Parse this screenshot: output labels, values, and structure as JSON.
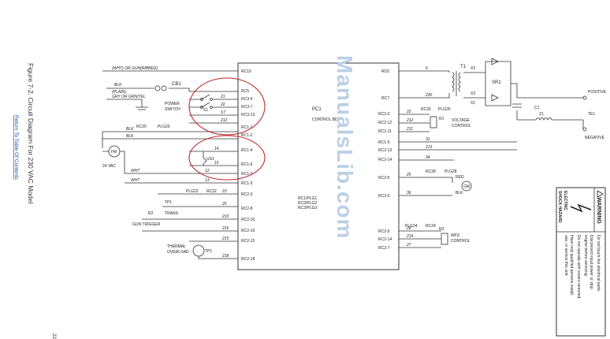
{
  "figure": {
    "caption": "Figure 7-2. Circuit Diagram For 230 VAC Model",
    "return_link": "Return To Table Of Contents",
    "watermark": "ManualsLib.com",
    "page_mark": "22"
  },
  "pc1": {
    "title": "PC1",
    "subtitle": "CONTROL BD",
    "flags": [
      "RC1/PLG1",
      "RC2/PLG2",
      "RC3/PLG3"
    ]
  },
  "left_pins": [
    "RC10",
    "RC5",
    "RC3-9",
    "RC3-7",
    "RC3-13",
    "RC1-1",
    "RC1-2",
    "RC1-4",
    "RC1-6",
    "RC1-3",
    "RC1-3",
    "RC2-3",
    "RC2-8",
    "RC2-10",
    "RC2-16",
    "RC2-15",
    "RC2-18"
  ],
  "right_pins": [
    "RC6",
    "RC7",
    "RC2-2",
    "RC2-12",
    "RC2-11",
    "RC1-5",
    "RC2-13",
    "RC2-14",
    "RC3-5",
    "RC3-6",
    "RC2-5",
    "RC2-14",
    "RC2-7"
  ],
  "wire_numbers": {
    "left": [
      "21",
      "22",
      "X7",
      "212",
      "14",
      "15",
      "12",
      "13",
      "23",
      "25",
      "210",
      "216",
      "215",
      "218"
    ],
    "right": [
      "6",
      "230",
      "22",
      "212",
      "211",
      "31",
      "213",
      "34",
      "25",
      "36",
      "28",
      "214",
      "27"
    ]
  },
  "labels": {
    "input_top": "(WHT) OR GUN(RIBBED)",
    "blk_plain": "BLK",
    "plain": "(PLAIN)",
    "gry": "GRY OR GRN/YEL",
    "cb1": "CB1",
    "power_switch_1": "POWER",
    "power_switch_2": "SWITCH",
    "s1": "S1",
    "rc20": "RC20",
    "plg20": "PLG20",
    "fm": "FM",
    "vac": "24 VAC",
    "wht1": "WHT",
    "wht2": "WHT",
    "blk1": "BLK",
    "blk2": "BLK",
    "us1": "US1",
    "plg22": "PLG22",
    "rc22": "RC22",
    "tp1": "TP1",
    "trans": "TRANS.",
    "r2": "R2",
    "gun_trigger": "GUN TRIGGER",
    "thermal_1": "THERMAL",
    "thermal_2": "OVERLOAD",
    "tp_ol": "TP1",
    "t1": "T1",
    "x3": "X3",
    "x2": "X2",
    "x1": "X1",
    "sr1": "SR1",
    "c1": "C1",
    "z1": "Z1",
    "positive": "POSITIVE",
    "negative": "NEGATIVE",
    "te1": "TE1",
    "rc26": "RC26",
    "plg26": "PLG26",
    "voltage_1": "VOLTAGE",
    "voltage_2": "CONTROL",
    "r1": "R1",
    "rc28": "RC28",
    "plg28": "PLG28",
    "red": "RED",
    "blk3": "BLK",
    "gm": "GM",
    "plg24": "PLG24",
    "rc24": "RC24",
    "r3": "R3",
    "wfs_1": "WFS",
    "wfs_2": "CONTROL"
  },
  "warning": {
    "title": "WARNING",
    "hazard_1": "ELECTRIC",
    "hazard_2": "SHOCK HAZARD",
    "lines": [
      "Do not touch live electrical parts.",
      "Disconnect input power or stop",
      "engine before servicing.",
      "Do not operate with covers removed.",
      "Have only qualified persons install,",
      "use, or service this unit."
    ]
  },
  "colors": {
    "annotation_red": "#c0282d",
    "watermark": "#bcd0e6",
    "link": "#1a4fb0"
  }
}
